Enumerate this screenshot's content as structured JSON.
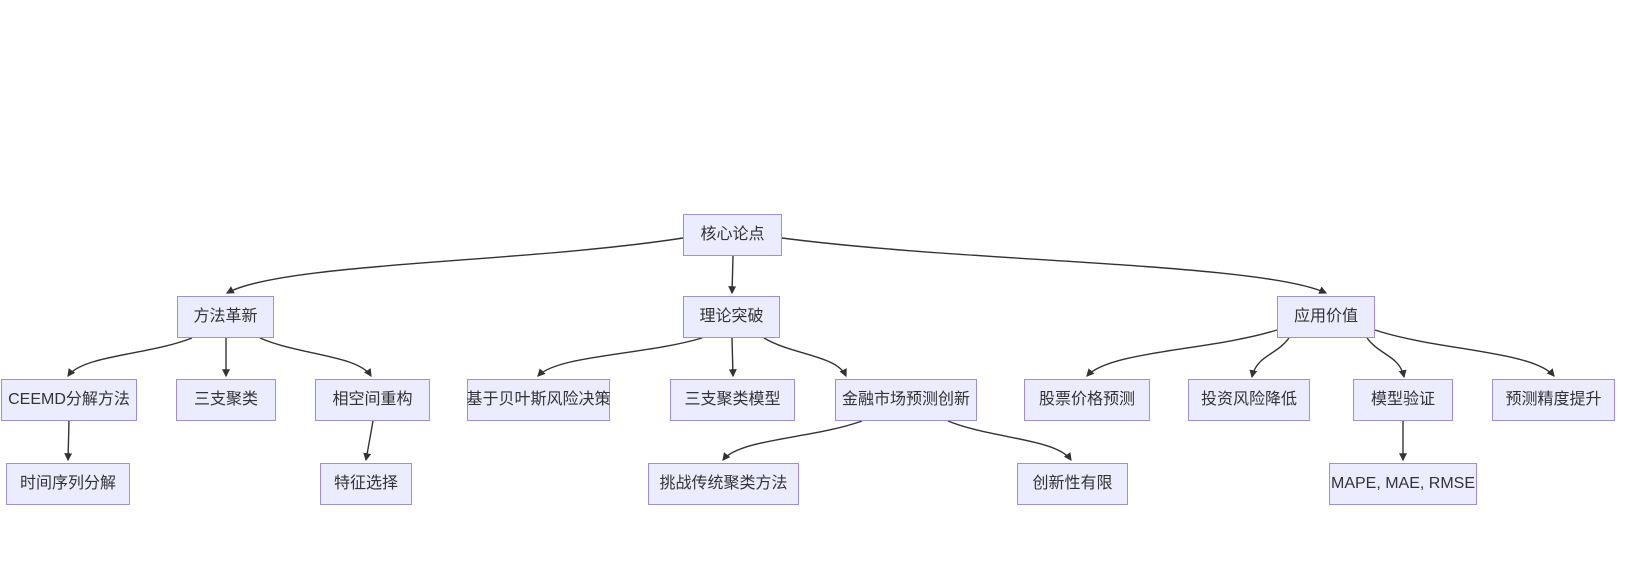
{
  "diagram": {
    "type": "flowchart",
    "direction": "top-down",
    "colors": {
      "background": "#ffffff",
      "node_fill": "#ECECFF",
      "node_border": "#9f8fd9",
      "edge": "#333333",
      "text": "#333333"
    },
    "nodes": [
      {
        "id": "root",
        "label": "核心论点"
      },
      {
        "id": "method",
        "label": "方法革新"
      },
      {
        "id": "theory",
        "label": "理论突破"
      },
      {
        "id": "value",
        "label": "应用价值"
      },
      {
        "id": "ceemd",
        "label": "CEEMD分解方法"
      },
      {
        "id": "threeway",
        "label": "三支聚类"
      },
      {
        "id": "phase",
        "label": "相空间重构"
      },
      {
        "id": "bayes",
        "label": "基于贝叶斯风险决策"
      },
      {
        "id": "twcmodel",
        "label": "三支聚类模型"
      },
      {
        "id": "finance",
        "label": "金融市场预测创新"
      },
      {
        "id": "stock",
        "label": "股票价格预测"
      },
      {
        "id": "risk",
        "label": "投资风险降低"
      },
      {
        "id": "modelval",
        "label": "模型验证"
      },
      {
        "id": "accuracy",
        "label": "预测精度提升"
      },
      {
        "id": "tsd",
        "label": "时间序列分解"
      },
      {
        "id": "feature",
        "label": "特征选择"
      },
      {
        "id": "challenge",
        "label": "挑战传统聚类方法"
      },
      {
        "id": "limited",
        "label": "创新性有限"
      },
      {
        "id": "metrics",
        "label": "MAPE, MAE, RMSE"
      }
    ],
    "edges": [
      {
        "from": "root",
        "to": "method"
      },
      {
        "from": "root",
        "to": "theory"
      },
      {
        "from": "root",
        "to": "value"
      },
      {
        "from": "method",
        "to": "ceemd"
      },
      {
        "from": "method",
        "to": "threeway"
      },
      {
        "from": "method",
        "to": "phase"
      },
      {
        "from": "theory",
        "to": "bayes"
      },
      {
        "from": "theory",
        "to": "twcmodel"
      },
      {
        "from": "theory",
        "to": "finance"
      },
      {
        "from": "value",
        "to": "stock"
      },
      {
        "from": "value",
        "to": "risk"
      },
      {
        "from": "value",
        "to": "modelval"
      },
      {
        "from": "value",
        "to": "accuracy"
      },
      {
        "from": "ceemd",
        "to": "tsd"
      },
      {
        "from": "phase",
        "to": "feature"
      },
      {
        "from": "finance",
        "to": "challenge"
      },
      {
        "from": "finance",
        "to": "limited"
      },
      {
        "from": "modelval",
        "to": "metrics"
      }
    ]
  }
}
